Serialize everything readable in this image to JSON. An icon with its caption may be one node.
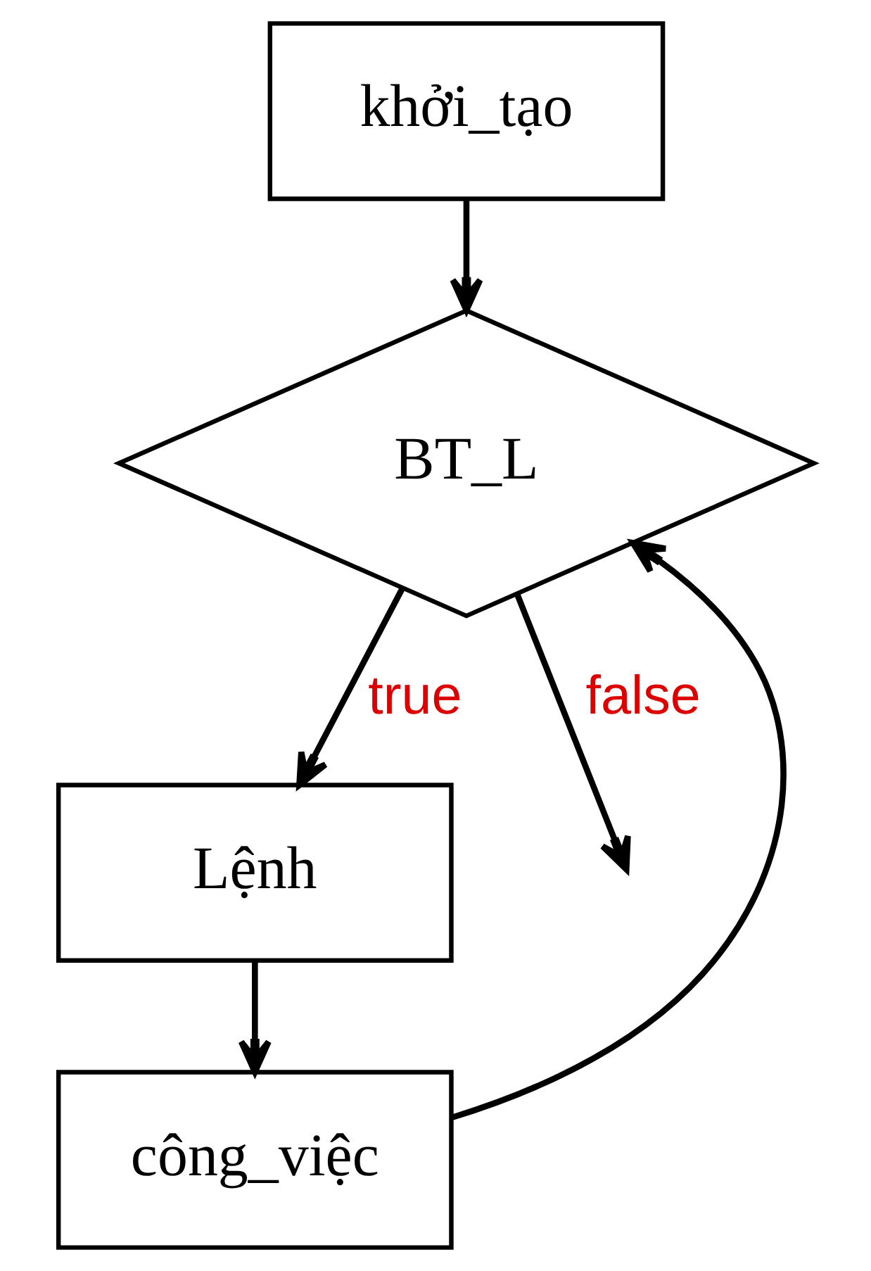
{
  "diagram": {
    "nodes": [
      {
        "text": [
          "khởi_tạo"
        ]
      },
      {
        "text": [
          "BT_L"
        ]
      },
      {
        "text": [
          "Lệnh"
        ]
      },
      {
        "text": [
          "công_việc"
        ]
      }
    ],
    "edges": [
      {
        "from": 0,
        "to": 1,
        "arrow": "to"
      },
      {
        "from": 1,
        "to": 2,
        "arrow": "to",
        "label": "true"
      },
      {
        "from": 2,
        "to": 3,
        "arrow": "to"
      },
      {
        "from": 3,
        "to": 1,
        "arrow": "to"
      },
      {
        "from": 1,
        "to": null,
        "arrow": "to",
        "label": "false"
      }
    ]
  }
}
